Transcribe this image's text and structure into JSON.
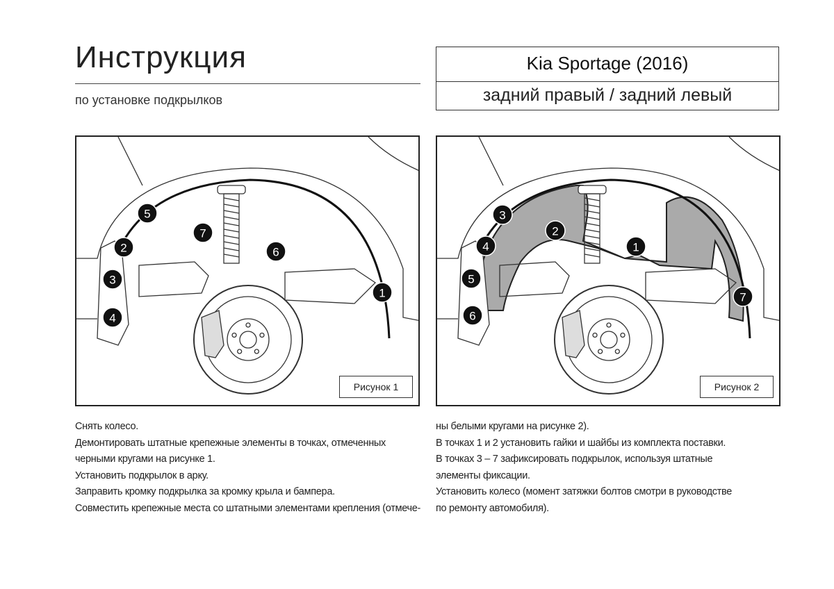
{
  "header": {
    "title": "Инструкция",
    "subtitle": "по установке подкрылков"
  },
  "model_box": {
    "model": "Kia Sportage (2016)",
    "side": "задний правый / задний левый"
  },
  "figures": [
    {
      "label": "Рисунок 1",
      "markers": [
        "5",
        "2",
        "3",
        "4",
        "7",
        "6",
        "1"
      ]
    },
    {
      "label": "Рисунок 2",
      "markers": [
        "3",
        "2",
        "4",
        "1",
        "5",
        "6",
        "7"
      ]
    }
  ],
  "instructions": {
    "left": [
      "Снять колесо.",
      "Демонтировать штатные крепежные элементы в точках, отмеченных",
      "черными кругами на рисунке 1.",
      "Установить подкрылок в арку.",
      "Заправить кромку подкрылка за кромку крыла и бампера.",
      "Совместить крепежные места со штатными элементами крепления (отмече-"
    ],
    "right": [
      "ны белыми кругами на рисунке 2).",
      "В точках 1 и 2 установить гайки и шайбы из комплекта поставки.",
      "В точках 3 – 7 зафиксировать подкрылок, используя штатные",
      "элементы фиксации.",
      "Установить колесо (момент затяжки болтов смотри в руководстве",
      "по ремонту автомобиля)."
    ]
  }
}
